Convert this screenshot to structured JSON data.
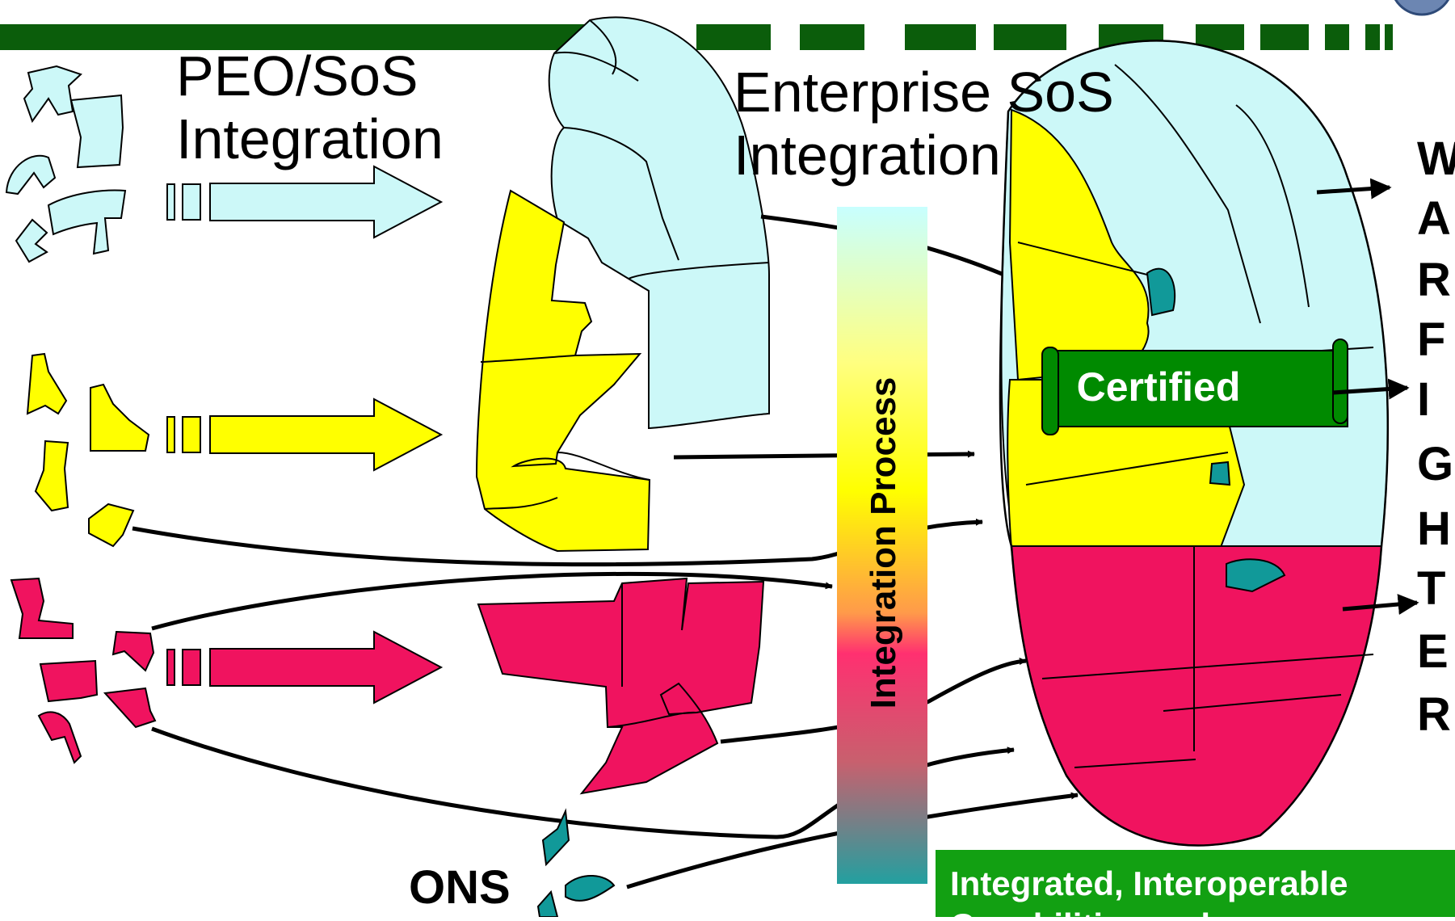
{
  "labels": {
    "peo_line1": "PEO/SoS",
    "peo_line2": "Integration",
    "enterprise_line1": "Enterprise SoS",
    "enterprise_line2": "Integration",
    "process": "Integration  Process",
    "certified": "Certified",
    "ons": "ONS",
    "bottom_box_line1": "Integrated, Interoperable",
    "bottom_box_line2": "Capabilities and"
  },
  "warfighter_letters": [
    "W",
    "A",
    "R",
    "F",
    "I",
    "G",
    "H",
    "T",
    "E",
    "R"
  ],
  "colors": {
    "light_blue": "#ccf8f8",
    "yellow": "#ffff00",
    "magenta": "#f0135f",
    "teal": "#119999",
    "dark_green": "#0b5d0b",
    "certified_green": "#008a00",
    "box_green": "#12a012"
  }
}
